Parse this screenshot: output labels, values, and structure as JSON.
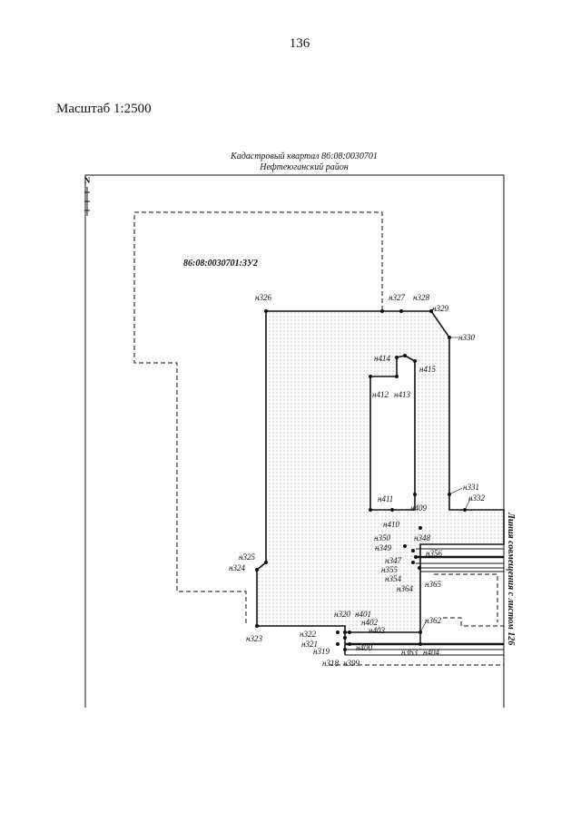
{
  "page_number": "136",
  "scale_label": "Масштаб 1:2500",
  "header": {
    "line1": "Кадастровый квартал 86:08:0030701",
    "line2": "Нефтеюганский район"
  },
  "north_arrow": "N",
  "plot_label": "86:08:0030701:ЗУ2",
  "side_label": "Линия совмещения с листом 126",
  "points": {
    "n326": "н326",
    "n327": "н327",
    "n328": "н328",
    "n329": "н329",
    "n330": "н330",
    "n414": "н414",
    "n415": "н415",
    "n412": "н412",
    "n413": "н413",
    "n331": "н331",
    "n332": "н332",
    "n411": "н411",
    "n409": "н409",
    "n410": "н410",
    "n350": "н350",
    "n348": "н348",
    "n349": "н349",
    "n356": "н356",
    "n347": "н347",
    "n355": "н355",
    "n354": "н354",
    "n364": "н364",
    "n365": "н365",
    "n325": "н325",
    "n324": "н324",
    "n323": "н323",
    "n320": "н320",
    "n401": "н401",
    "n402": "н402",
    "n403": "н403",
    "n322": "н322",
    "n321": "н321",
    "n319": "н319",
    "n400": "н400",
    "n318": "н318",
    "n399": "н399",
    "n362": "н362",
    "n363": "н363",
    "n404": "н404"
  },
  "colors": {
    "line": "#111111",
    "fill_dots": "#9a9a9a"
  }
}
